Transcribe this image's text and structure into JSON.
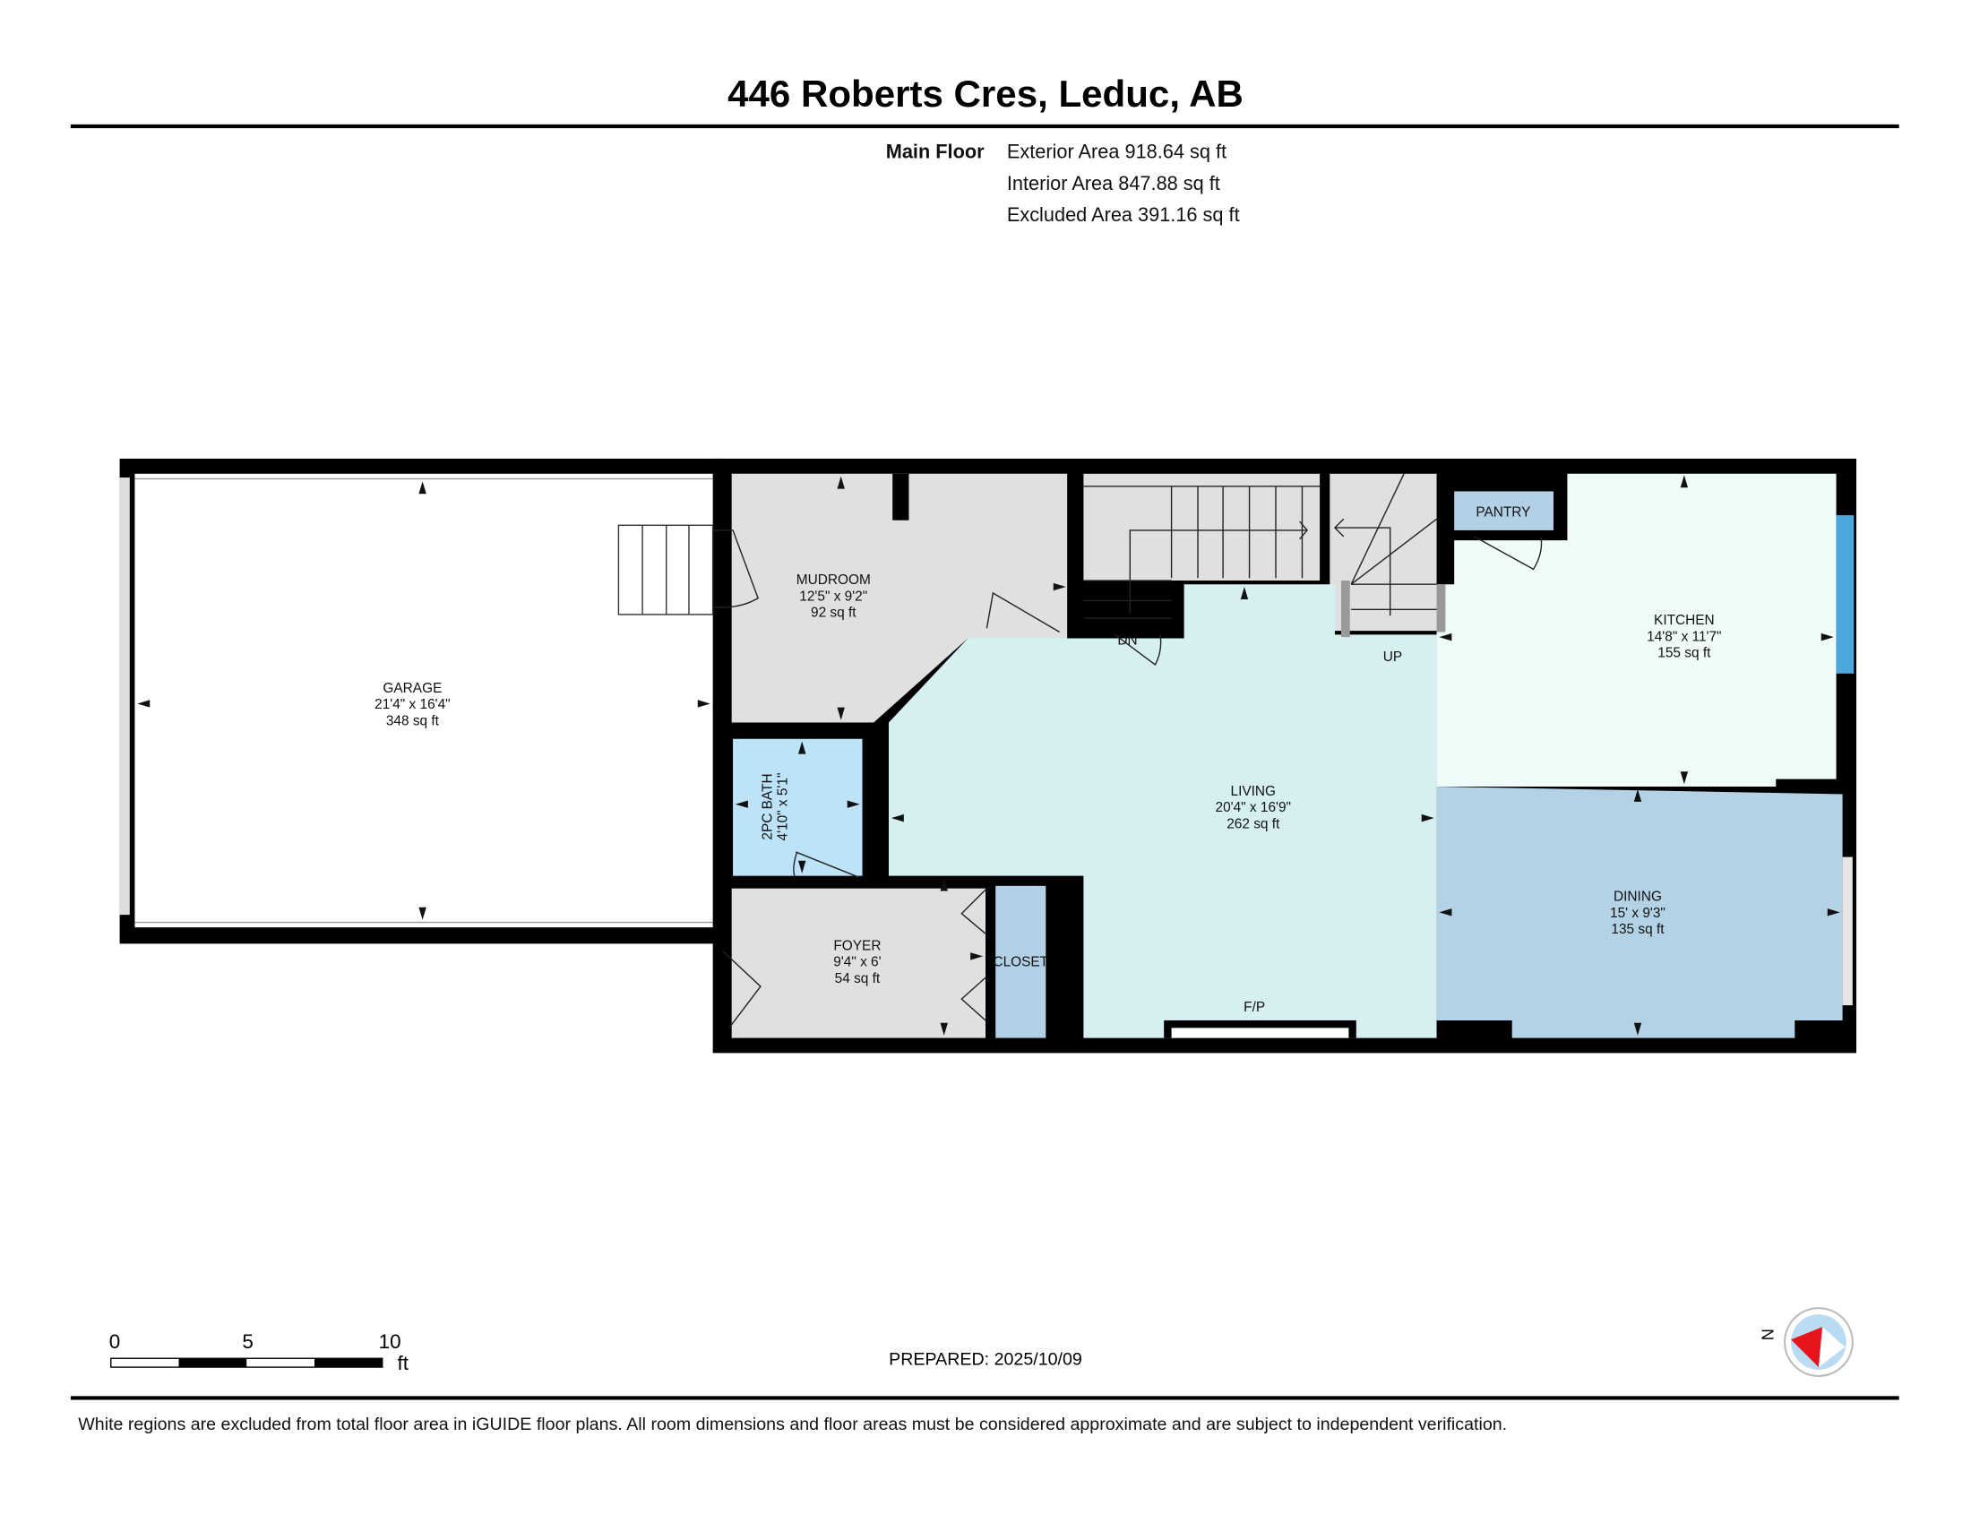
{
  "title": "446 Roberts Cres, Leduc, AB",
  "summary": {
    "floor_label": "Main Floor",
    "exterior_area": "Exterior Area 918.64 sq ft",
    "interior_area": "Interior Area 847.88 sq ft",
    "excluded_area": "Excluded Area 391.16 sq ft"
  },
  "rooms": {
    "garage": {
      "name": "GARAGE",
      "dims": "21'4\" x 16'4\"",
      "area": "348 sq ft",
      "color": "#ffffff"
    },
    "mudroom": {
      "name": "MUDROOM",
      "dims": "12'5\" x 9'2\"",
      "area": "92 sq ft",
      "color": "#e0e0e0"
    },
    "bath": {
      "name": "2PC BATH",
      "dims": "4'10\" x 5'1\"",
      "color": "#bde3f8"
    },
    "foyer": {
      "name": "FOYER",
      "dims": "9'4\" x 6'",
      "area": "54 sq ft",
      "color": "#e0e0e0"
    },
    "closet": {
      "name": "CLOSET",
      "color": "#b3d1e6"
    },
    "living": {
      "name": "LIVING",
      "dims": "20'4\" x 16'9\"",
      "area": "262 sq ft",
      "color": "#d6f0f2"
    },
    "kitchen": {
      "name": "KITCHEN",
      "dims": "14'8\" x 11'7\"",
      "area": "155 sq ft",
      "color": "#effcfa"
    },
    "dining": {
      "name": "DINING",
      "dims": "15' x 9'3\"",
      "area": "135 sq ft",
      "color": "#b4d2e6"
    },
    "pantry": {
      "name": "PANTRY",
      "color": "#b3d1e6"
    }
  },
  "annotations": {
    "down": "DN",
    "up": "UP",
    "fireplace": "F/P"
  },
  "scale_bar": {
    "labels": [
      "0",
      "5",
      "10"
    ],
    "unit": "ft"
  },
  "prepared": "PREPARED: 2025/10/09",
  "compass": {
    "label": "N",
    "icon": "compass-icon"
  },
  "footer": "White regions are excluded from total floor area in iGUIDE floor plans. All room dimensions and floor areas must be considered approximate and are subject to independent verification.",
  "colors": {
    "wall": "#000000",
    "window": "#4aa8dc",
    "compass_fill": "#b9dcf3",
    "compass_needle": "#e8141c"
  }
}
